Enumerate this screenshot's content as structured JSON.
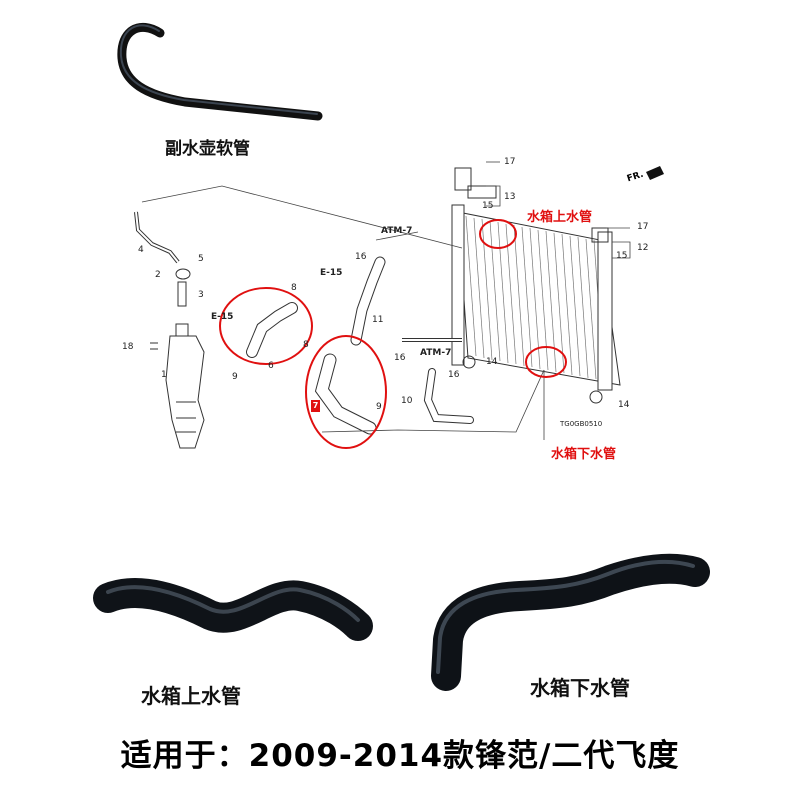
{
  "labels": {
    "hose_top": "副水壶软管",
    "red_upper": "水箱上水管",
    "red_lower": "水箱下水管",
    "photo_upper": "水箱上水管",
    "photo_lower": "水箱下水管",
    "footer": "适用于：2009-2014款锋范/二代飞度"
  },
  "diagram": {
    "atm_label_1": "ATM-7",
    "atm_label_2": "ATM-7",
    "e15_label_1": "E-15",
    "e15_label_2": "E-15",
    "fr_label": "FR.",
    "part_code": "TG0GB0510",
    "red_marker": "7",
    "part_numbers": [
      "17",
      "13",
      "15",
      "17",
      "12",
      "15",
      "16",
      "11",
      "16",
      "14",
      "16",
      "14",
      "10",
      "9",
      "8",
      "8",
      "6",
      "9",
      "5",
      "2",
      "3",
      "4",
      "18",
      "1"
    ]
  },
  "colors": {
    "hose": "#1a1f26",
    "hose_highlight": "#3a4654",
    "highlight_red": "#e01010",
    "line": "#333333"
  }
}
